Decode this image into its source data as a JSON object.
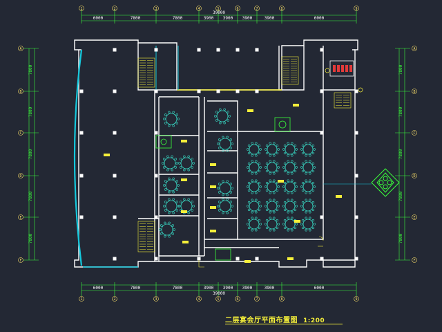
{
  "drawing": {
    "title": "二层宴会厅平面布置图",
    "scale": "1:200"
  },
  "dimensions": {
    "top": [
      "6000",
      "7800",
      "7800",
      "3900",
      "3900",
      "3900",
      "3900",
      "6000"
    ],
    "top_total": "39000",
    "bottom": [
      "6000",
      "7800",
      "7800",
      "3900",
      "3900",
      "3900",
      "3900",
      "6000"
    ],
    "bottom_total": "39000",
    "left": [
      "7800",
      "7800",
      "7800",
      "7800",
      "7800"
    ],
    "right": [
      "7800",
      "7800",
      "7800",
      "7800",
      "7800"
    ]
  },
  "axes": {
    "columns": [
      "1",
      "2",
      "3",
      "4",
      "5",
      "6",
      "7",
      "8",
      "9"
    ],
    "rows": [
      "A",
      "B",
      "C",
      "D",
      "E",
      "F"
    ]
  },
  "colors": {
    "background": "#232834",
    "walls": "#ffffff",
    "dimension": "#3bff3b",
    "furniture": "#38d9c4",
    "labels": "#f5ef3a",
    "glass": "#14c8dc",
    "stairs": "#f5ef3a"
  }
}
